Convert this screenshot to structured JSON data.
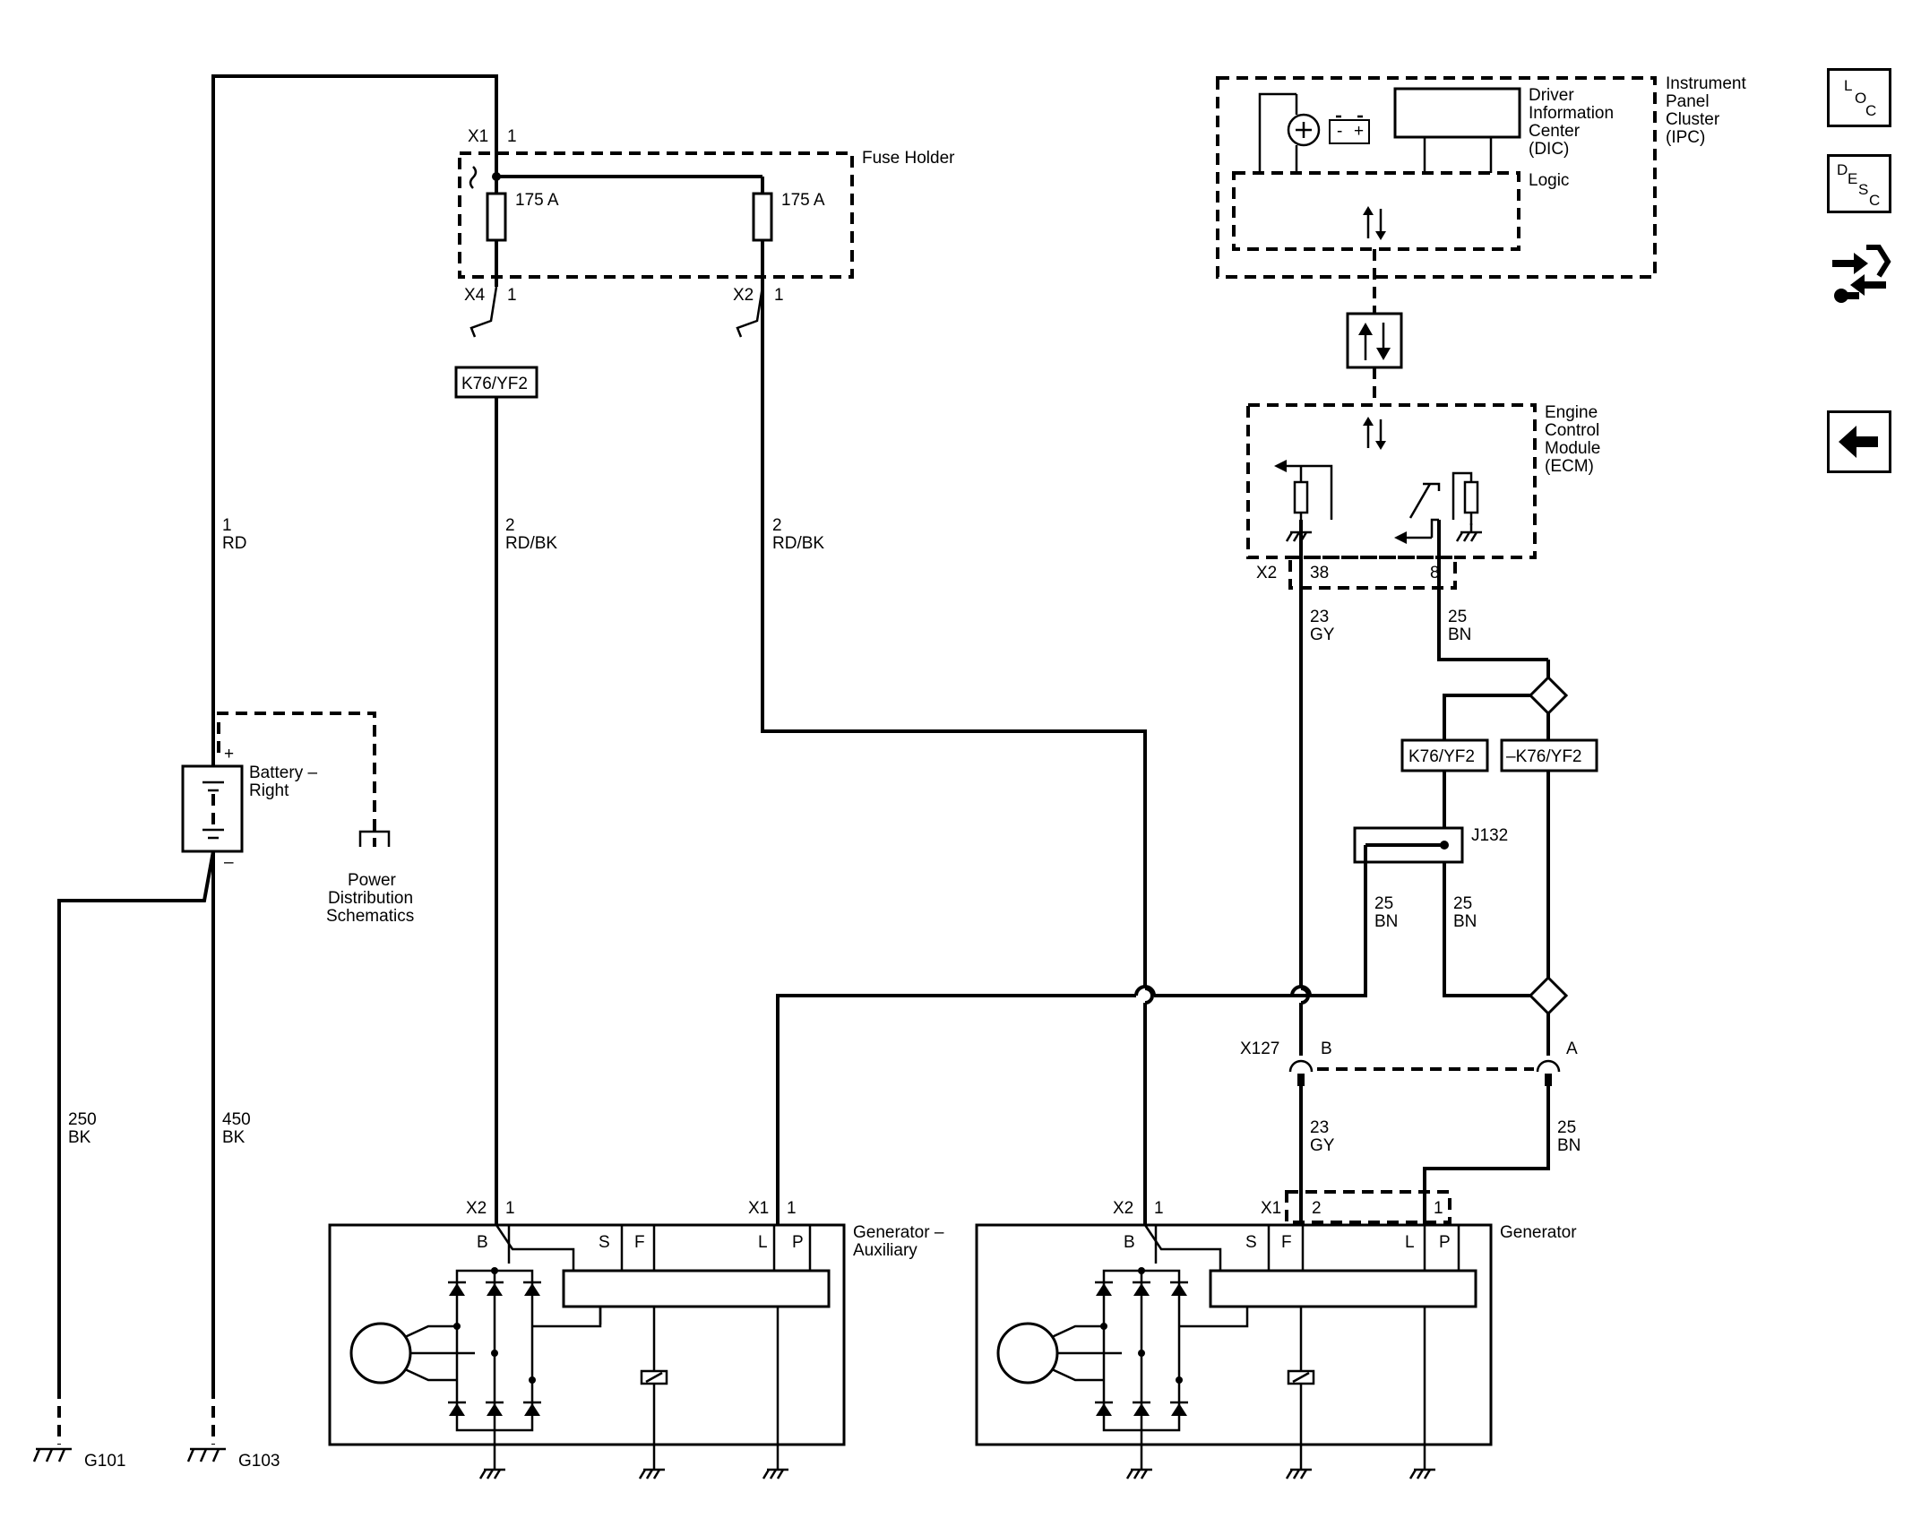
{
  "components": {
    "fuse_holder": "Fuse Holder",
    "fuse_a": "175 A",
    "fuse_b": "175 A",
    "ipc": [
      "Instrument",
      "Panel",
      "Cluster",
      "(IPC)"
    ],
    "dic": [
      "Driver",
      "Information",
      "Center",
      "(DIC)"
    ],
    "logic": "Logic",
    "ecm": [
      "Engine",
      "Control",
      "Module",
      "(ECM)"
    ],
    "battery": [
      "Battery –",
      "Right"
    ],
    "battery_plus": "+",
    "battery_minus": "–",
    "power_dist": [
      "Power",
      "Distribution",
      "Schematics"
    ],
    "gen_aux": [
      "Generator –",
      "Auxiliary"
    ],
    "gen": "Generator",
    "splice": "J132"
  },
  "options": {
    "opt1": "K76/YF2",
    "opt2": "K76/YF2",
    "opt3": "–K76/YF2"
  },
  "connectors": {
    "fh_x1": "X1",
    "fh_x1_pin": "1",
    "fh_x4": "X4",
    "fh_x4_pin": "1",
    "fh_x2": "X2",
    "fh_x2_pin": "1",
    "ecm_x2": "X2",
    "ecm_pin38": "38",
    "ecm_pin8": "8",
    "x127": "X127",
    "x127_b": "B",
    "x127_a": "A",
    "ga_x2": "X2",
    "ga_x2_pin": "1",
    "ga_x1": "X1",
    "ga_x1_pin": "1",
    "g_x2": "X2",
    "g_x2_pin": "1",
    "g_x1": "X1",
    "g_x1_pin2": "2",
    "g_x1_pin1": "1"
  },
  "terminals": {
    "ga": [
      "B",
      "S",
      "F",
      "L",
      "P"
    ],
    "g": [
      "B",
      "S",
      "F",
      "L",
      "P"
    ]
  },
  "wires": {
    "w1": [
      "1",
      "RD"
    ],
    "w2a": [
      "2",
      "RD/BK"
    ],
    "w2b": [
      "2",
      "RD/BK"
    ],
    "w23a": [
      "23",
      "GY"
    ],
    "w25a": [
      "25",
      "BN"
    ],
    "w25b": [
      "25",
      "BN"
    ],
    "w25c": [
      "25",
      "BN"
    ],
    "w23b": [
      "23",
      "GY"
    ],
    "w25d": [
      "25",
      "BN"
    ],
    "w250": [
      "250",
      "BK"
    ],
    "w450": [
      "450",
      "BK"
    ]
  },
  "grounds": {
    "g101": "G101",
    "g103": "G103"
  },
  "nav": {
    "loc": [
      "L",
      "O",
      "C"
    ],
    "desc": [
      "D",
      "E",
      "S",
      "C"
    ],
    "icons": [
      "connector-end-view-icon",
      "back-arrow-icon"
    ]
  }
}
